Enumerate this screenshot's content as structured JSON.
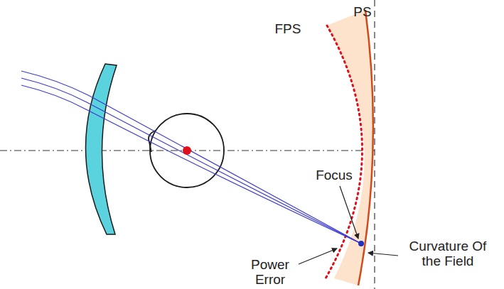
{
  "diagram": {
    "labels": [
      "FPS",
      "PS",
      "Focus",
      "Power Error",
      "Curvature Of the Field"
    ]
  }
}
